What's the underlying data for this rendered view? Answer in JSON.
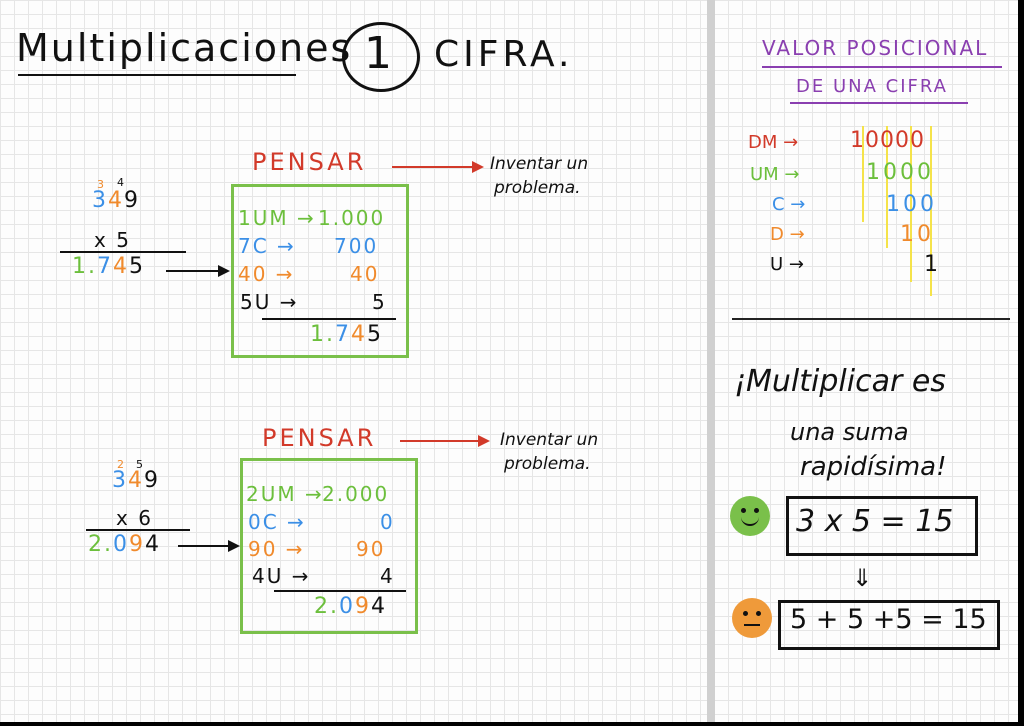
{
  "header": {
    "title": "Multiplicaciones",
    "number": "1",
    "cifra": "CIFRA."
  },
  "colors": {
    "red": "#d23a2a",
    "green": "#6cbf3c",
    "blue": "#3b8fe6",
    "orange": "#f08a2c",
    "purple": "#8a3fb0",
    "yellow": "#f5e34a"
  },
  "example1": {
    "carry_top": [
      "3",
      "4"
    ],
    "multiplicand": [
      "3",
      "4",
      "9"
    ],
    "multiplier_line": "x  5",
    "result": [
      "1",
      ".",
      "7",
      "4",
      "5"
    ],
    "pensar": "PENSAR",
    "invent_line1": "Inventar un",
    "invent_line2": "problema.",
    "rows": [
      {
        "left": "1UM →",
        "right": "1.000",
        "color": "green"
      },
      {
        "left": "7C  →",
        "right": "700",
        "color": "blue"
      },
      {
        "left": "40  →",
        "right": "40",
        "color": "orange"
      },
      {
        "left": "5U →",
        "right": "5",
        "color": "black"
      }
    ],
    "total": [
      "1",
      ".",
      "7",
      "4",
      "5"
    ]
  },
  "example2": {
    "carry_top": [
      "2",
      "5"
    ],
    "multiplicand": [
      "3",
      "4",
      "9"
    ],
    "multiplier_line": "x  6",
    "result": [
      "2",
      ".",
      "0",
      "9",
      "4"
    ],
    "pensar": "PENSAR",
    "invent_line1": "Inventar un",
    "invent_line2": "problema.",
    "rows": [
      {
        "left": "2UM →",
        "right": "2.000",
        "color": "green"
      },
      {
        "left": "0C  →",
        "right": "0",
        "color": "blue"
      },
      {
        "left": "90  →",
        "right": "90",
        "color": "orange"
      },
      {
        "left": "4U →",
        "right": "4",
        "color": "black"
      }
    ],
    "total": [
      "2",
      ".",
      "0",
      "9",
      "4"
    ]
  },
  "side": {
    "title_line1": "VALOR POSICIONAL",
    "title_line2": "DE UNA CIFRA",
    "place_values": [
      {
        "label": "DM →",
        "value": "10000",
        "color": "red"
      },
      {
        "label": "UM →",
        "value": "1000",
        "color": "green"
      },
      {
        "label": "C →",
        "value": "100",
        "color": "blue"
      },
      {
        "label": "D →",
        "value": "10",
        "color": "orange"
      },
      {
        "label": "U →",
        "value": "1",
        "color": "black"
      }
    ],
    "mult_line1": "¡Multiplicar es",
    "mult_line2": "una suma",
    "mult_line3": "rapidísima!",
    "eq1": "3 x 5  =  15",
    "down_arrow": "⇓",
    "eq2": "5 + 5 +5 = 15"
  }
}
